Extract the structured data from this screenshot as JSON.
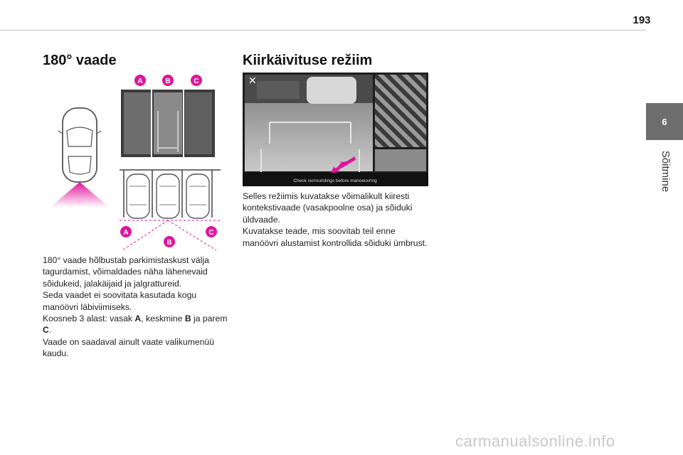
{
  "page": {
    "number": "193"
  },
  "sidebar": {
    "tab_number": "6",
    "section_label": "Sõitmine"
  },
  "left": {
    "title": "180° vaade",
    "label_a": "A",
    "label_b": "B",
    "label_c": "C",
    "p1": "180° vaade hõlbustab parkimistaskust välja tagurdamist, võimaldades näha lähenevaid sõidukeid, jalakäijaid ja jalgrattureid.",
    "p2": "Seda vaadet ei soovitata kasutada kogu manöövri läbiviimiseks.",
    "p3_prefix": "Koosneb 3 alast: vasak ",
    "p3_a": "A",
    "p3_mid1": ", keskmine ",
    "p3_b": "B",
    "p3_mid2": " ja parem ",
    "p3_c": "C",
    "p3_end": ".",
    "p4": "Vaade on saadaval ainult vaate valikumenüü kaudu."
  },
  "right": {
    "title": "Kiirkäivituse režiim",
    "screen_message": "Check surroundings before manoeuvring",
    "p1": "Selles režiimis kuvatakse võimalikult kiiresti kontekstivaade (vasakpoolne osa) ja sõiduki üldvaade.",
    "p2": "Kuvatakse teade, mis soovitab teil enne manöövri alustamist kontrollida sõiduki ümbrust."
  },
  "footer": {
    "watermark": "carmanualsonline.info"
  },
  "colors": {
    "accent_magenta": "#e0149a",
    "tab_gray": "#6e6e6e"
  }
}
